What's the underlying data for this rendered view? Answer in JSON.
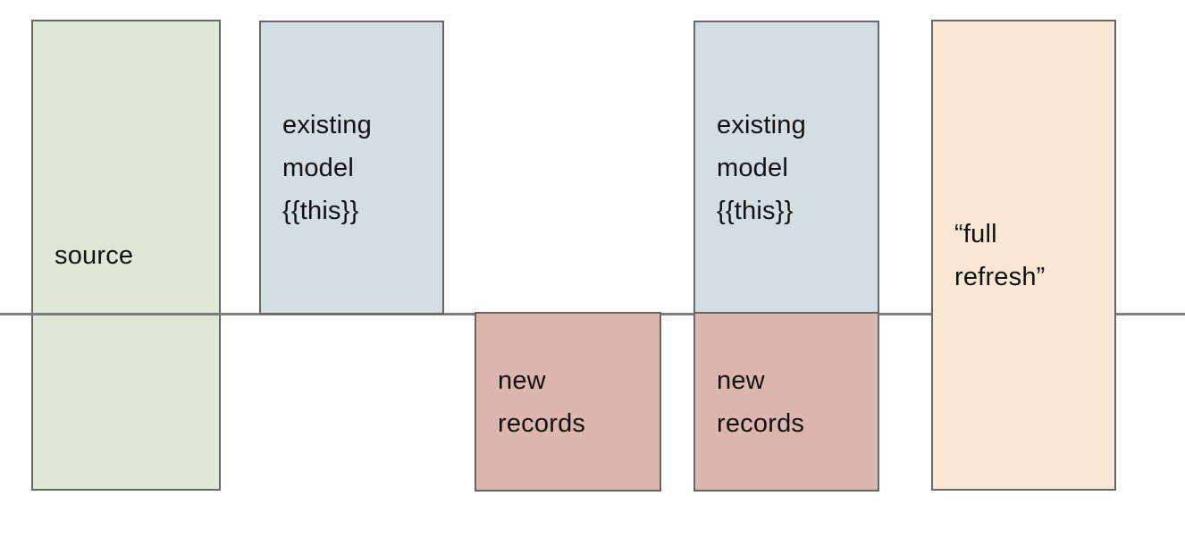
{
  "diagram": {
    "background": "#ffffff",
    "border_color": "#666666",
    "text_color": "#111111",
    "timeline": {
      "color": "#7d7d7d",
      "orientation": "horizontal"
    },
    "colors": {
      "source_fill": "#dde9d6",
      "existing_model_fill": "#d2dee4",
      "new_records_fill": "#dcb6ae",
      "full_refresh_fill": "#f8e7d2"
    },
    "boxes": [
      {
        "name": "source",
        "label": "source"
      },
      {
        "name": "existing-model-1",
        "label": "existing\nmodel\n{{this}}"
      },
      {
        "name": "new-records-1",
        "label": "new\nrecords"
      },
      {
        "name": "existing-model-2",
        "label": "existing\nmodel\n{{this}}"
      },
      {
        "name": "new-records-2",
        "label": "new\nrecords"
      },
      {
        "name": "full-refresh",
        "label": "“full\nrefresh”"
      }
    ]
  }
}
